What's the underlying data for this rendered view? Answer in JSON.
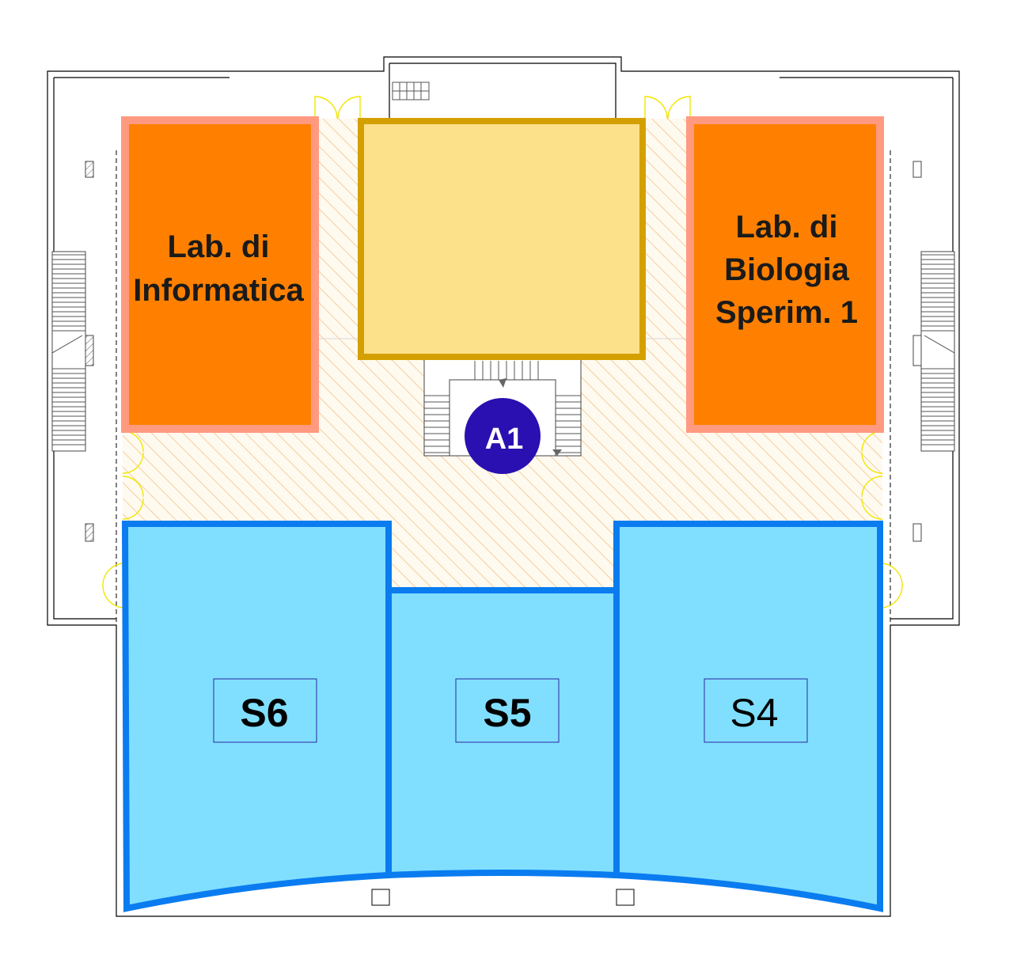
{
  "colors": {
    "lab_fill": "#ff8000",
    "lab_border": "#ff9a80",
    "hall_fill": "#fde08a",
    "hall_border": "#d4a000",
    "room_fill": "#80dfff",
    "room_border": "#0a7cf0",
    "badge_fill": "#2a10b0",
    "hatch": "#f0c080",
    "door": "#f2e600"
  },
  "labs": {
    "left": {
      "lines": [
        "Lab. di",
        "Informatica"
      ]
    },
    "right": {
      "lines": [
        "Lab. di",
        "Biologia",
        "Sperim. 1"
      ]
    }
  },
  "central_hall": {
    "label": ""
  },
  "stair_badge": {
    "label": "A1"
  },
  "rooms": {
    "s6": {
      "label": "S6"
    },
    "s5": {
      "label": "S5"
    },
    "s4": {
      "label": "S4"
    }
  }
}
